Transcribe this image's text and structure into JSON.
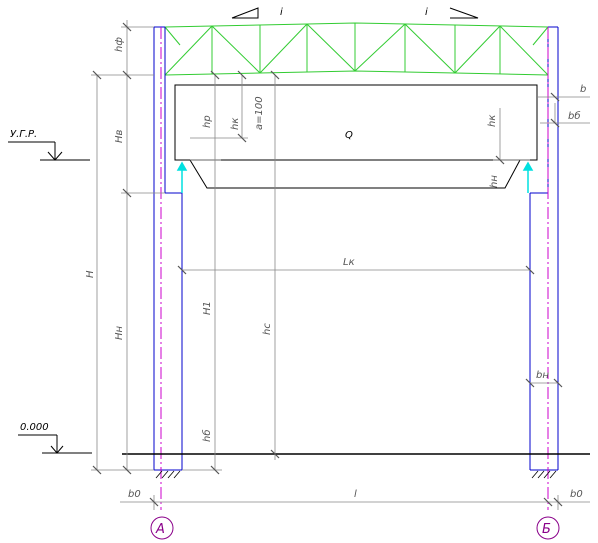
{
  "labels": {
    "top_left": "i",
    "top_right": "i",
    "h_truss": "hф",
    "h_beam": "Hв",
    "h_rail": "hр",
    "h_crane_girder": "hк",
    "crane_gauge_note": "a=100",
    "crane_load": "Q",
    "right_h": "hк",
    "right_top_dim": "b",
    "right_small_dim": "bб",
    "right_h_lower": "hн",
    "level_top": "У.Г.Р.",
    "span_crane": "Lк",
    "h_total": "H",
    "h_lower": "Hн",
    "h1": "H1",
    "hc": "hс",
    "h_base": "hб",
    "column_width": "bн",
    "level_zero": "0.000",
    "span": "l",
    "left_offset": "b0",
    "right_offset": "b0",
    "axis_a": "А",
    "axis_b": "Б"
  },
  "colors": {
    "truss": "#33cc33",
    "column": "#0000cc",
    "axis": "#cc00cc",
    "dimension": "#777777",
    "rail_stop": "#00e0e0",
    "ground": "#000000"
  }
}
